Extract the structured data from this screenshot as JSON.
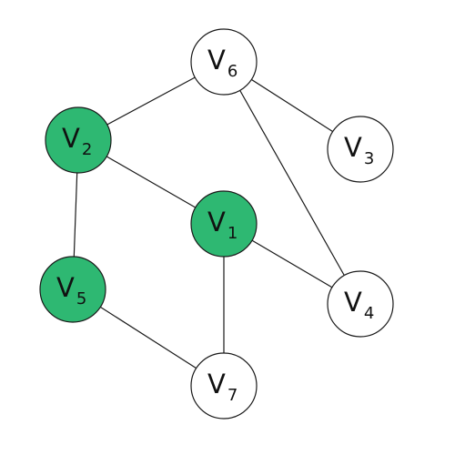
{
  "graph": {
    "highlight_color": "#2eb872",
    "default_color": "#ffffff",
    "nodes": [
      {
        "id": "v1",
        "letter": "V",
        "sub": "1",
        "highlighted": true
      },
      {
        "id": "v2",
        "letter": "V",
        "sub": "2",
        "highlighted": true
      },
      {
        "id": "v3",
        "letter": "V",
        "sub": "3",
        "highlighted": false
      },
      {
        "id": "v4",
        "letter": "V",
        "sub": "4",
        "highlighted": false
      },
      {
        "id": "v5",
        "letter": "V",
        "sub": "5",
        "highlighted": true
      },
      {
        "id": "v6",
        "letter": "V",
        "sub": "6",
        "highlighted": false
      },
      {
        "id": "v7",
        "letter": "V",
        "sub": "7",
        "highlighted": false
      }
    ],
    "edges": [
      [
        "v6",
        "v2"
      ],
      [
        "v6",
        "v3"
      ],
      [
        "v6",
        "v4"
      ],
      [
        "v2",
        "v1"
      ],
      [
        "v2",
        "v5"
      ],
      [
        "v1",
        "v4"
      ],
      [
        "v1",
        "v7"
      ],
      [
        "v5",
        "v7"
      ]
    ]
  }
}
